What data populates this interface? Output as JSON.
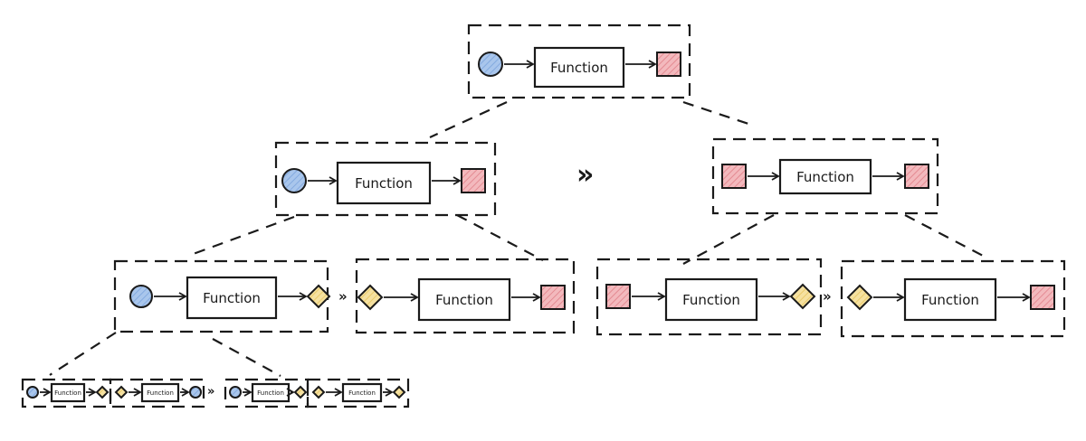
{
  "diagram": {
    "function_label": "Function",
    "separator_label": "»",
    "colors": {
      "circle": "#a9c6ec",
      "square": "#f3b9bd",
      "diamond": "#f5e1a0",
      "ink": "#1a1a1a"
    },
    "icons": [
      "circle-input-icon",
      "square-output-icon",
      "diamond-intermediate-icon",
      "arrow-icon"
    ],
    "units": [
      {
        "id": "root",
        "in": "circle",
        "out": "square"
      },
      {
        "id": "left",
        "in": "circle",
        "out": "square"
      },
      {
        "id": "right",
        "in": "square",
        "out": "square"
      },
      {
        "id": "ll",
        "in": "circle",
        "out": "diamond"
      },
      {
        "id": "lr",
        "in": "diamond",
        "out": "square"
      },
      {
        "id": "rl",
        "in": "square",
        "out": "diamond"
      },
      {
        "id": "rr",
        "in": "diamond",
        "out": "square"
      },
      {
        "id": "s1",
        "in": "circle",
        "out": "diamond"
      },
      {
        "id": "s2",
        "in": "diamond",
        "out": "circle"
      },
      {
        "id": "s3",
        "in": "circle",
        "out": "diamond"
      },
      {
        "id": "s4",
        "in": "diamond",
        "out": "diamond"
      }
    ],
    "separators": [
      "sep-main",
      "sep-left",
      "sep-right",
      "sep-small"
    ]
  }
}
